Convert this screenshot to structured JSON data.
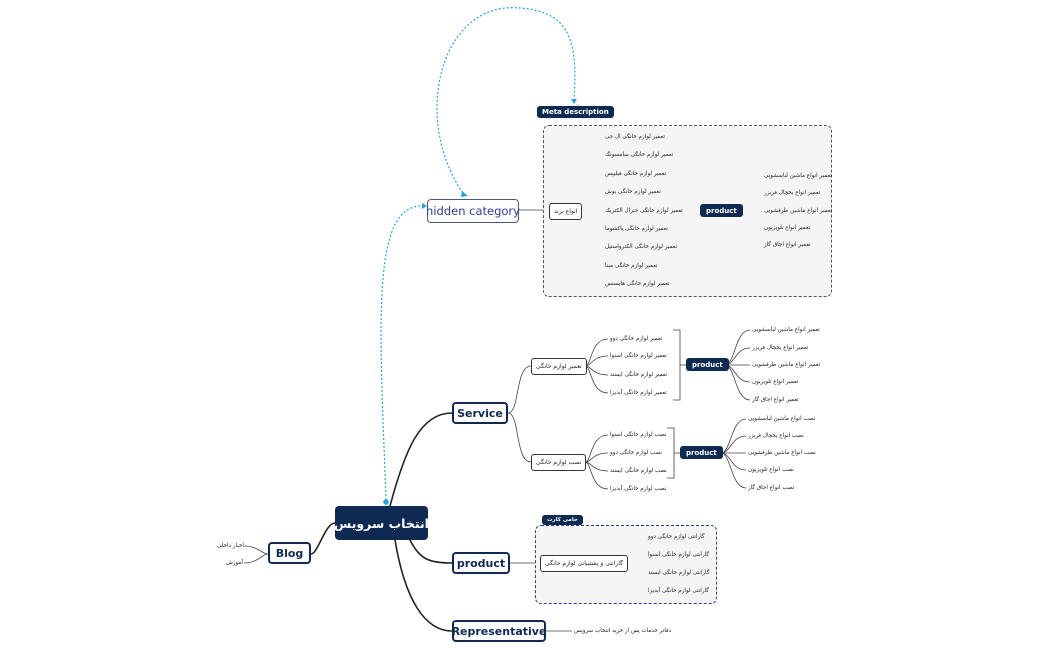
{
  "root": "انتخاب سرویس",
  "hidden_category": {
    "label": "hidden category",
    "tag": "Meta description",
    "sub_label": "انواع برند",
    "brands": [
      "تعمیر لوازم خانگی ال جی",
      "تعمیر لوازم خانگی سامسونگ",
      "تعمیر لوازم خانگی فیلیپس",
      "تعمیر لوازم خانگی بوش",
      "تعمیر لوازم خانگی جنرال الکتریک",
      "تعمیر لوازم خانگی پاکشوما",
      "تعمیر لوازم خانگی الکترواستیل",
      "تعمیر لوازم خانگی مبنا",
      "تعمیر لوازم خانگی هایسنس"
    ],
    "product_label": "product",
    "products": [
      "تعمیر انواع ماشین لباسشویی",
      "تعمیر انواع یخچال فریزر",
      "تعمیر انواع ماشین ظرفشویی",
      "تعمیر انواع تلویزیون",
      "تعمیر انواع اجاق گاز"
    ]
  },
  "service": {
    "label": "Service",
    "repair": {
      "label": "تعمیر لوازم خانگی",
      "items": [
        "تعمیر لوازم خانگی دوو",
        "تعمیر لوازم خانگی اسنوا",
        "تعمیر لوازم خانگی ایستد",
        "تعمیر لوازم خانگی آبدیزا"
      ],
      "product_label": "product",
      "products": [
        "تعمیر انواع ماشین لباسشویی",
        "تعمیر انواع یخچال فریزر",
        "تعمیر انواع ماشین ظرفشویی",
        "تعمیر انواع تلویزیون",
        "تعمیر انواع اجاق گاز"
      ]
    },
    "install": {
      "label": "نصب لوازم خانگی",
      "items": [
        "نصب لوازم خانگی اسنوا",
        "نصب لوازم خانگی دوو",
        "نصب لوازم خانگی ایستد",
        "نصب لوازم خانگی آبدیزا"
      ],
      "product_label": "product",
      "products": [
        "نصب انواع ماشین لباسشویی",
        "نصب انواع یخچال فریزر",
        "نصب انواع ماشین ظرفشویی",
        "نصب انواع تلویزیون",
        "نصب انواع اجاق گاز"
      ]
    }
  },
  "product": {
    "label": "product",
    "tag": "حامی کارت",
    "sub_label": "گارانتی و پشتیبانی لوازم خانگی",
    "items": [
      "گارانتی لوازم خانگی دوو",
      "گارانتی لوازم خانگی اسنوا",
      "گارانتی لوازم خانگی ایستد",
      "گارانتی لوازم خانگی آبدیزا"
    ]
  },
  "representative": {
    "label": "Representative",
    "leaf": "دفاتر خدمات پس از خرید انتخاب سرویس"
  },
  "blog": {
    "label": "Blog",
    "items": [
      "اخبار داخلی",
      "آموزش"
    ]
  },
  "colors": {
    "navy": "#0e2a52",
    "dotted": "#29a3e0",
    "line": "#222222"
  }
}
